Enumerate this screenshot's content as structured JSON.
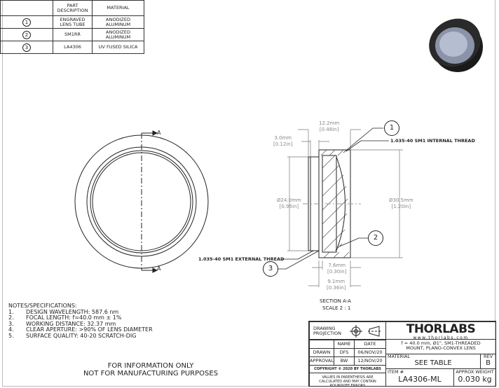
{
  "parts_table": {
    "headers": [
      "PART DESCRIPTION",
      "MATERIAL"
    ],
    "rows": [
      {
        "num": "1",
        "description": "ENGRAVED LENS TUBE",
        "material": "ANODIZED ALUMINUM"
      },
      {
        "num": "2",
        "description": "SM1RR",
        "material": "ANODIZED ALUMINUM"
      },
      {
        "num": "3",
        "description": "LA4306",
        "material": "UV FUSED SILICA"
      }
    ]
  },
  "front_view": {
    "section_label_top": "A",
    "section_label_bottom": "A"
  },
  "section_view": {
    "dims": {
      "d1_mm": "12.2mm",
      "d1_in": "[0.48in]",
      "d2_mm": "3.0mm",
      "d2_in": "[0.12in]",
      "d3_mm": "Ø24.0mm",
      "d3_in": "[0.95in]",
      "d4_mm": "Ø30.5mm",
      "d4_in": "[1.20in]",
      "d5_mm": "7.6mm",
      "d5_in": "[0.30in]",
      "d6_mm": "9.1mm",
      "d6_in": "[0.36in]"
    },
    "callouts": [
      "1",
      "2",
      "3"
    ],
    "internal_thread": "1.035-40 SM1 INTERNAL THREAD",
    "external_thread": "1.035-40 SM1 EXTERNAL THREAD",
    "title": "SECTION A-A",
    "scale": "SCALE 2 : 1"
  },
  "notes": {
    "title": "NOTES/SPECIFICATIONS:",
    "items": [
      {
        "n": "1.",
        "text": "DESIGN WAVELENGTH: 587.6 nm"
      },
      {
        "n": "2.",
        "text": "FOCAL LENGTH: f=40.0 mm ± 1%"
      },
      {
        "n": "3.",
        "text": "WORKING DISTANCE: 32.37 mm"
      },
      {
        "n": "4.",
        "text": "CLEAR APERTURE: >90% OF LENS DIAMETER"
      },
      {
        "n": "5.",
        "text": "SURFACE QUALITY: 40-20 SCRATCH-DIG"
      }
    ]
  },
  "disclaimer": {
    "line1": "FOR INFORMATION ONLY",
    "line2": "NOT FOR MANUFACTURING PURPOSES"
  },
  "title_block": {
    "drawing_projection": "DRAWING PROJECTION",
    "name_h": "NAME",
    "date_h": "DATE",
    "drawn_label": "DRAWN",
    "drawn_name": "DFS",
    "drawn_date": "06/NOV/20",
    "approval_label": "APPROVAL",
    "approval_name": "BW",
    "approval_date": "12/NOV/20",
    "copyright": "COPYRIGHT © 2020 BY THORLABS",
    "values_note": "VALUES IN PARENTHESIS ARE CALCULATED AND MAY CONTAIN ROUNDOFF ERRORS",
    "logo": "THORLABS",
    "website": "www.thorlabs.com",
    "description": "f = 40.0 mm, Ø1\", SM1-THREADED MOUNT, PLANO-CONVEX LENS",
    "material_label": "MATERIAL",
    "material": "SEE TABLE",
    "rev_label": "REV",
    "rev": "B",
    "item_label": "ITEM #",
    "item": "LA4306-ML",
    "weight_label": "APPROX WEIGHT",
    "weight": "0.030 kg"
  }
}
